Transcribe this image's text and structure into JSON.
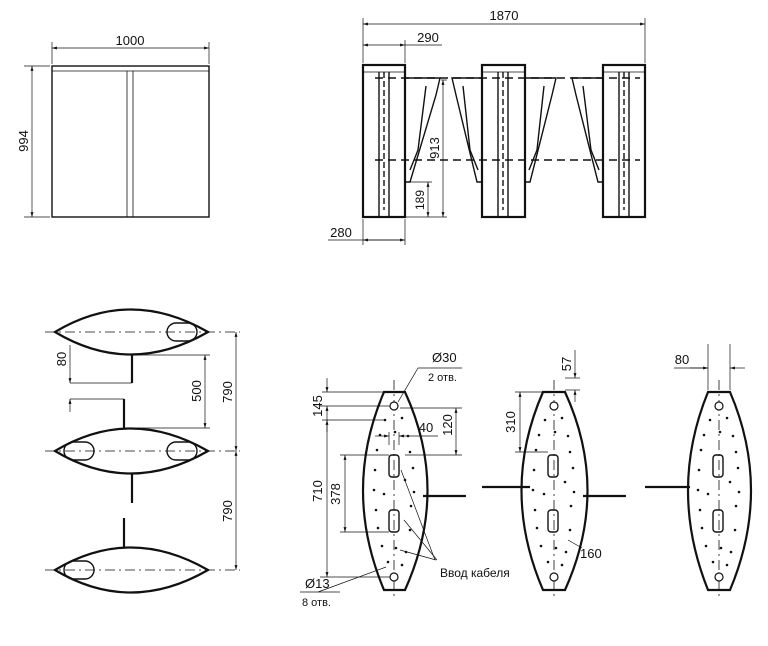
{
  "dimensions": {
    "front_width": "1000",
    "front_height": "994",
    "overall_length": "1870",
    "offset_top": "290",
    "height_913": "913",
    "height_189": "189",
    "depth_280": "280",
    "plan_80": "80",
    "plan_500": "500",
    "plan_790_a": "790",
    "plan_790_b": "790",
    "dia_30": "Ø30",
    "holes_2": "2 отв.",
    "d145": "145",
    "d40": "40",
    "d120": "120",
    "d710": "710",
    "d378": "378",
    "dia_13": "Ø13",
    "holes_8": "8 отв.",
    "cable_entry": "Ввод кабеля",
    "d57": "57",
    "d310": "310",
    "d160": "160",
    "d80_right": "80"
  }
}
